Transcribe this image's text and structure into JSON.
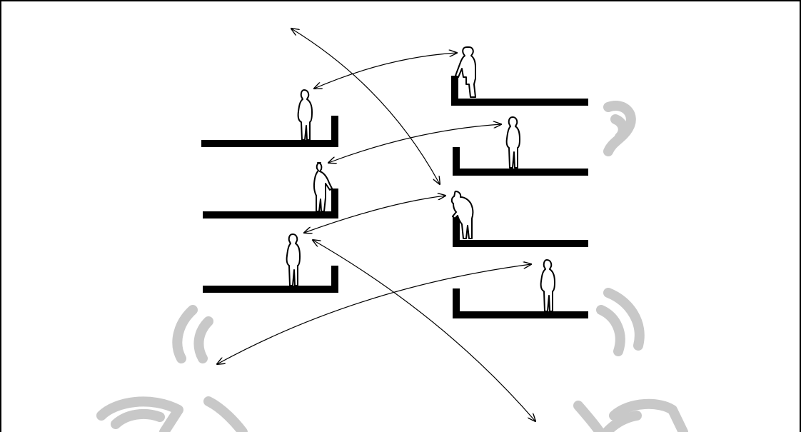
{
  "diagram": {
    "description_labels": [],
    "colors": {
      "ink": "#000000",
      "watermark": "#c8c8c8",
      "background": "#ffffff"
    },
    "left_balconies": [
      {
        "figure": "standing-person"
      },
      {
        "figure": "person-leaning-on-railing"
      },
      {
        "figure": "standing-person"
      }
    ],
    "right_balconies": [
      {
        "figure": "person-climbing-stairs"
      },
      {
        "figure": "standing-person"
      },
      {
        "figure": "person-bending-over-railing"
      },
      {
        "figure": "standing-person"
      }
    ],
    "watermark": {
      "icon": "seal-watermark-icon"
    }
  }
}
